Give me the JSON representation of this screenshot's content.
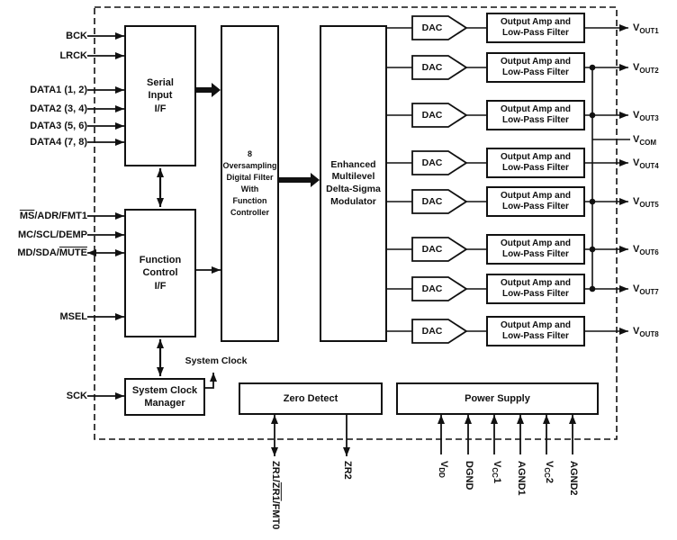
{
  "colors": {
    "ink": "#111111",
    "bg": "#ffffff"
  },
  "blocks": {
    "serial": "Serial\nInput\nI/F",
    "function_control": "Function\nControl\nI/F",
    "clock_manager": "System Clock\nManager",
    "digital_filter": "8\nOversampling\nDigital Filter\nWith\nFunction\nController",
    "modulator": "Enhanced\nMultilevel\nDelta-Sigma\nModulator",
    "dac": "DAC",
    "output_amp": "Output Amp and\nLow-Pass Filter",
    "zero_detect": "Zero Detect",
    "power_supply": "Power Supply",
    "system_clock": "System Clock"
  },
  "pins": {
    "left": {
      "bck": "BCK",
      "lrck": "LRCK",
      "data1": "DATA1 (1, 2)",
      "data2": "DATA2 (3, 4)",
      "data3": "DATA3 (5, 6)",
      "data4": "DATA4 (7, 8)",
      "ms_ov": "MS",
      "ms_rest": "/ADR/FMT1",
      "mc": "MC/SCL/DEMP",
      "md_pre": "MD/SDA/",
      "md_ov": "MUTE",
      "msel": "MSEL",
      "sck": "SCK"
    },
    "right": [
      {
        "base": "V",
        "sub": "OUT1"
      },
      {
        "base": "V",
        "sub": "OUT2"
      },
      {
        "base": "V",
        "sub": "OUT3"
      },
      {
        "base": "V",
        "sub": "OUT4"
      },
      {
        "base": "V",
        "sub": "OUT5"
      },
      {
        "base": "V",
        "sub": "OUT6"
      },
      {
        "base": "V",
        "sub": "OUT7"
      },
      {
        "base": "V",
        "sub": "OUT8"
      }
    ],
    "vcom": {
      "base": "V",
      "sub": "COM"
    },
    "bottom": {
      "zr1_pre": "ZR1/",
      "zr1_ov": "ZR1",
      "zr1_post": "/FMT0",
      "zr2": "ZR2",
      "vdd_base": "V",
      "vdd_sub": "DD",
      "dgnd": "DGND",
      "vcc1_base": "V",
      "vcc1_sub": "CC",
      "vcc1_num": "1",
      "agnd1": "AGND1",
      "vcc2_base": "V",
      "vcc2_sub": "CC",
      "vcc2_num": "2",
      "agnd2": "AGND2"
    }
  }
}
